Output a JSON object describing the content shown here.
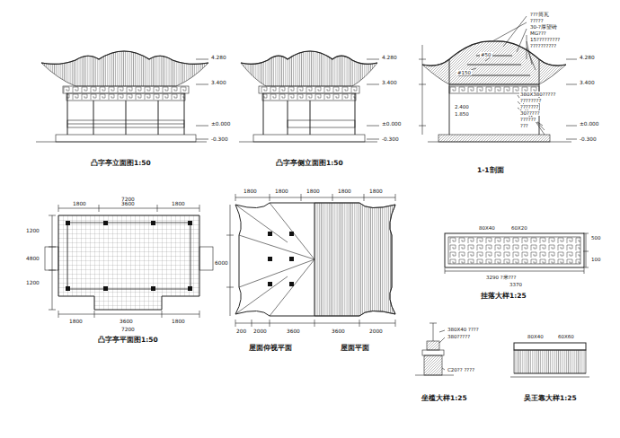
{
  "diagram": {
    "labels": [
      "4.280",
      "3.400",
      "±0.000",
      "-0.300",
      "凸字亭立面图1:50",
      "4.280",
      "3.400",
      "±0.000",
      "-0.300",
      "凸字亭侧立面图1:50",
      "4.280",
      "3.400",
      "±0.000",
      "-0.300",
      "???筒瓦",
      "?????",
      "30-?厚望砖",
      "MG???",
      "15?????????",
      "??????????",
      "#50",
      "#150",
      "2.400",
      "1.850",
      "380X380?????",
      "????????",
      "???????",
      "30?????",
      "??????",
      "???",
      "1-1剖面",
      "7200",
      "1800",
      "3600",
      "1800",
      "1200",
      "1200",
      "4800",
      "1800",
      "3600",
      "1800",
      "7200",
      "凸字亭平面图1:50",
      "1800",
      "1800",
      "1800",
      "1800",
      "1800",
      "6000",
      "200",
      "2000",
      "3600",
      "3600",
      "2000",
      "屋面仰视平面",
      "屋面平面",
      "80X40",
      "60X20",
      "500",
      "100",
      "3290 ?米???",
      "3370",
      "挂落大样1:25",
      "380X40 ????",
      "380?????",
      "C20?? ????",
      "坐槛大样1:25",
      "80X40",
      "60X60",
      "吴王靠大样1:25"
    ]
  }
}
